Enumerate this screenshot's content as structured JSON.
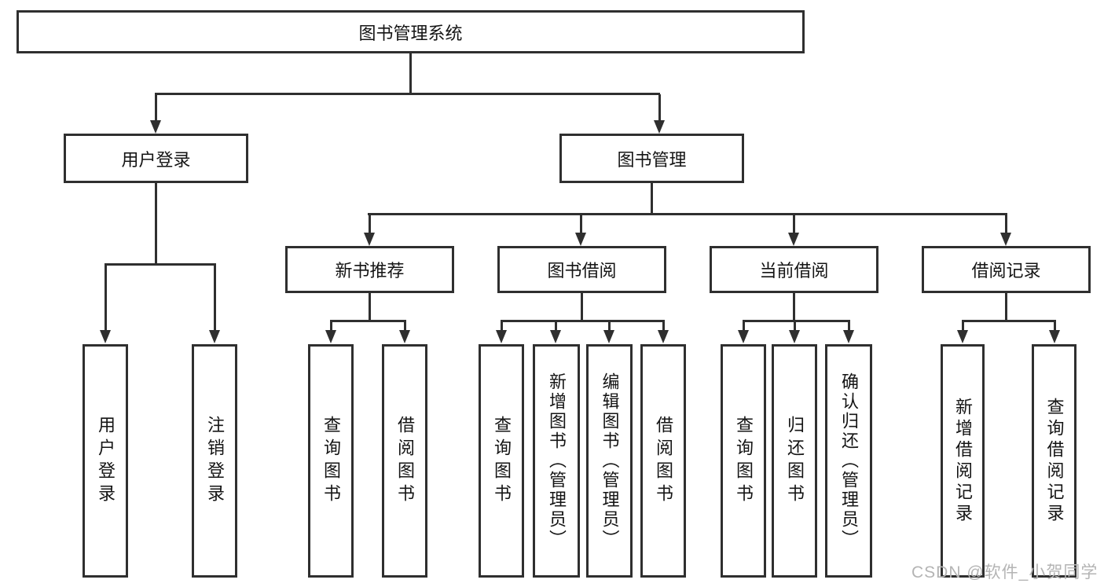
{
  "tree": {
    "root": {
      "label": "图书管理系统",
      "children": [
        {
          "label": "用户登录",
          "children": [
            {
              "label": "用户登录"
            },
            {
              "label": "注销登录"
            }
          ]
        },
        {
          "label": "图书管理",
          "children": [
            {
              "label": "新书推荐",
              "children": [
                {
                  "label": "查询图书"
                },
                {
                  "label": "借阅图书"
                }
              ]
            },
            {
              "label": "图书借阅",
              "children": [
                {
                  "label": "查询图书"
                },
                {
                  "label": "新增图书（管理员）"
                },
                {
                  "label": "编辑图书（管理员）"
                },
                {
                  "label": "借阅图书"
                }
              ]
            },
            {
              "label": "当前借阅",
              "children": [
                {
                  "label": "查询图书"
                },
                {
                  "label": "归还图书"
                },
                {
                  "label": "确认归还（管理员）"
                }
              ]
            },
            {
              "label": "借阅记录",
              "children": [
                {
                  "label": "新增借阅记录"
                },
                {
                  "label": "查询借阅记录"
                }
              ]
            }
          ]
        }
      ]
    }
  },
  "watermark": {
    "text": "CSDN @软件_小贺同学"
  },
  "colors": {
    "line": "#2f2f2f",
    "box_border": "#2f2f2f",
    "text": "#141414",
    "watermark": "#b4b4b4",
    "background": "#ffffff"
  }
}
